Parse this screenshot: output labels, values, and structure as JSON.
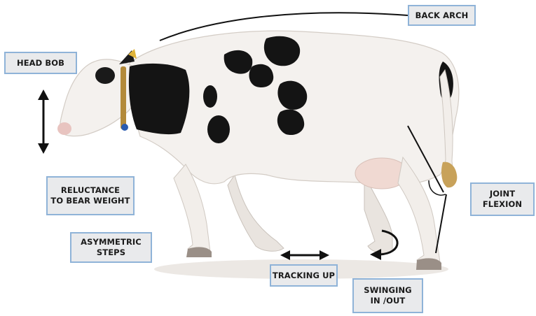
{
  "labels": {
    "back_arch": [
      "BACK ARCH"
    ],
    "head_bob": [
      "HEAD BOB"
    ],
    "reluctance": [
      "RELUCTANCE",
      "TO BEAR WEIGHT"
    ],
    "asymmetric": [
      "ASYMMETRIC",
      "STEPS"
    ],
    "tracking_up": [
      "TRACKING UP"
    ],
    "swinging": [
      "SWINGING",
      "IN /OUT"
    ],
    "joint_flexion": [
      "JOINT",
      "FLEXION"
    ]
  },
  "colors": {
    "label_border": "#8fb3d8",
    "label_fill": "#e9eaec",
    "arrow": "#111111",
    "cow_body": "#f4f1ee",
    "cow_spots": "#141414"
  }
}
